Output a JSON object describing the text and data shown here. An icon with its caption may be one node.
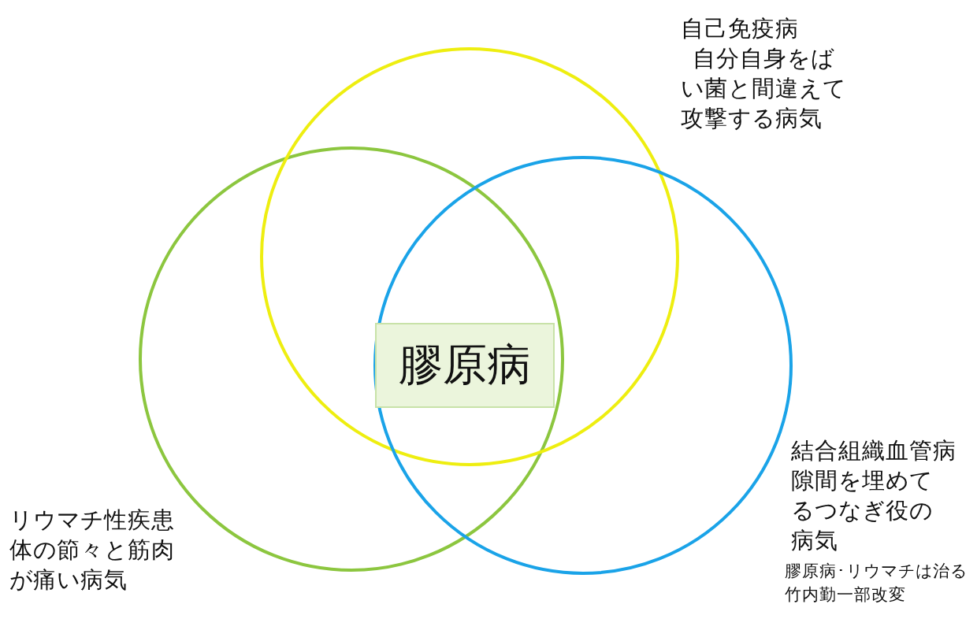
{
  "diagram": {
    "nodes": [
      {
        "text": [
          "自己免疫病",
          "自分自身をばい菌と間違えて攻撃する病気"
        ]
      },
      {
        "text": [
          "リウマチ性疾患",
          "体の節々と筋肉が痛い病気"
        ]
      },
      {
        "text": [
          "結合組織血管病",
          "隙間を埋めてるつなぎ役の病気"
        ]
      },
      {
        "text": [
          "膠原病"
        ]
      }
    ],
    "edges": [],
    "labels": [
      "膠原病･リウマチは治る",
      "竹内勤一部改変"
    ]
  }
}
